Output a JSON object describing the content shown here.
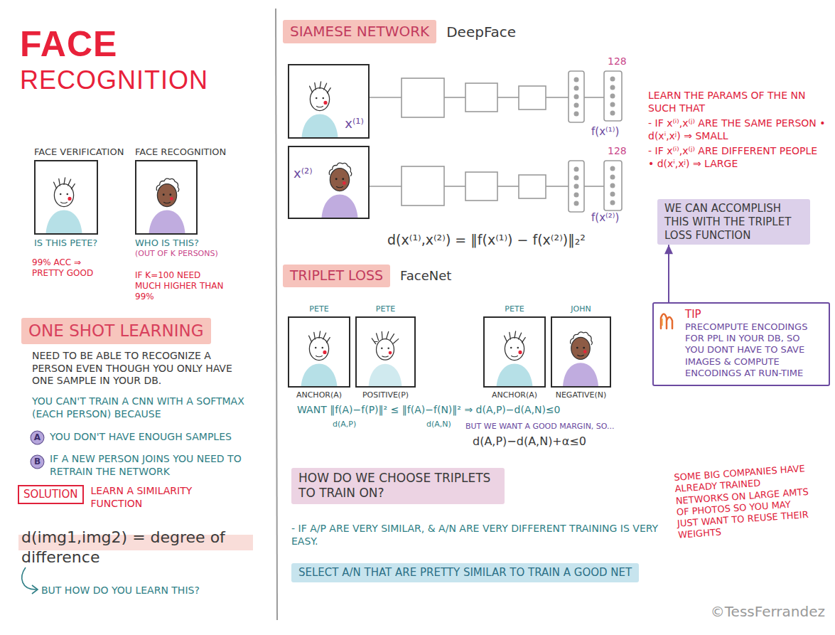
{
  "diagram": {
    "title": "FACE RECOGNITION",
    "nodes": [
      {
        "text": [
          "FACE VERIFICATION",
          "IS THIS PETE?"
        ]
      },
      {
        "text": [
          "FACE RECOGNITION",
          "WHO IS THIS?",
          "(OUT OF K PERSONS)"
        ]
      },
      {
        "text": [
          "ONE SHOT LEARNING"
        ]
      },
      {
        "text": [
          "A"
        ]
      },
      {
        "text": [
          "B"
        ]
      },
      {
        "text": [
          "SOLUTION"
        ]
      },
      {
        "text": [
          "SIAMESE NETWORK"
        ]
      },
      {
        "text": [
          "x⁽¹⁾"
        ]
      },
      {
        "text": [
          "x⁽²⁾"
        ]
      },
      {
        "text": [
          "WE CAN ACCOMPLISH THIS WITH THE TRIPLET LOSS FUNCTION"
        ]
      },
      {
        "text": [
          "TIP",
          "PRECOMPUTE ENCODINGS FOR PPL IN YOUR DB, SO YOU DONT HAVE TO SAVE IMAGES & COMPUTE ENCODINGS AT RUN-TIME"
        ]
      },
      {
        "text": [
          "TRIPLET LOSS"
        ]
      },
      {
        "text": [
          "PETE",
          "ANCHOR(A)"
        ]
      },
      {
        "text": [
          "PETE",
          "POSITIVE(P)"
        ]
      },
      {
        "text": [
          "PETE",
          "ANCHOR(A)"
        ]
      },
      {
        "text": [
          "JOHN",
          "NEGATIVE(N)"
        ]
      },
      {
        "text": [
          "HOW DO WE CHOOSE TRIPLETS TO TRAIN ON?"
        ]
      },
      {
        "text": [
          "SELECT A/N THAT ARE PRETTY SIMILAR TO TRAIN A GOOD NET"
        ]
      }
    ],
    "edges": [
      {
        "from": 10,
        "to": 9,
        "arrow": "to"
      }
    ],
    "labels": [
      "99% ACC ⇒ PRETTY GOOD",
      "IF K=100 NEED MUCH HIGHER THAN 99%",
      "NEED TO BE ABLE TO RECOGNIZE A PERSON EVEN THOUGH YOU ONLY HAVE ONE SAMPLE IN YOUR DB.",
      "YOU CAN'T TRAIN A CNN WITH A SOFTMAX (EACH PERSON) BECAUSE",
      "YOU DON'T HAVE ENOUGH SAMPLES",
      "IF A NEW PERSON JOINS YOU NEED TO RETRAIN THE NETWORK",
      "LEARN A SIMILARITY FUNCTION",
      "d(img1,img2) = degree of difference",
      "BUT HOW DO YOU LEARN THIS?",
      "DeepFace",
      "128",
      "f(x⁽¹⁾)",
      "128",
      "f(x⁽²⁾)",
      "d(x⁽¹⁾,x⁽²⁾) = ‖f(x⁽¹⁾) − f(x⁽²⁾)‖₂²",
      "LEARN THE PARAMS OF THE NN SUCH THAT",
      "- IF x⁽ⁱ⁾,x⁽ʲ⁾ ARE THE SAME PERSON • d(xⁱ,xʲ) ⇒ SMALL",
      "- IF x⁽ⁱ⁾,x⁽ʲ⁾ ARE DIFFERENT PEOPLE • d(xⁱ,xʲ) ⇒ LARGE",
      "FaceNet",
      "WANT ‖f(A)−f(P)‖² ≤ ‖f(A)−f(N)‖² ⇒ d(A,P)−d(A,N)≤0",
      "d(A,P)",
      "d(A,N)",
      "BUT WE WANT A GOOD MARGIN, SO...",
      "d(A,P)−d(A,N)+α≤0",
      "- IF A/P ARE VERY SIMILAR, & A/N ARE VERY DIFFERENT TRAINING IS VERY EASY.",
      "SOME BIG COMPANIES HAVE ALREADY TRAINED NETWORKS ON LARGE AMTS OF PHOTOS SO YOU MAY JUST WANT TO REUSE THEIR WEIGHTS",
      "©TessFerrandez"
    ]
  }
}
